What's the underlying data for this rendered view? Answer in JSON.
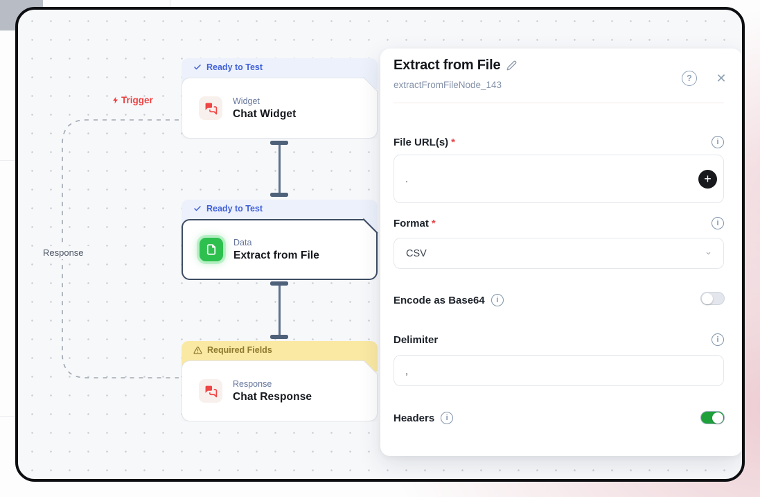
{
  "canvas": {
    "trigger": {
      "label": "Trigger",
      "icon": "lightning-icon"
    },
    "response_edge_label": "Response",
    "nodes": [
      {
        "badge": {
          "label": "Ready to Test",
          "type": "ready",
          "icon": "check-icon"
        },
        "category": "Widget",
        "title": "Chat Widget",
        "icon": "chat-bubbles-icon",
        "selected": false
      },
      {
        "badge": {
          "label": "Ready to Test",
          "type": "ready",
          "icon": "check-icon"
        },
        "category": "Data",
        "title": "Extract from File",
        "icon": "file-icon",
        "selected": true
      },
      {
        "badge": {
          "label": "Required Fields",
          "type": "warning",
          "icon": "warning-icon"
        },
        "category": "Response",
        "title": "Chat Response",
        "icon": "chat-bubbles-icon",
        "selected": false
      }
    ]
  },
  "panel": {
    "title": "Extract from File",
    "node_id": "extractFromFileNode_143",
    "required_marker": "*",
    "icons": {
      "help": "?",
      "info": "i",
      "close": "✕",
      "add": "+"
    },
    "fields": {
      "file_urls": {
        "label": "File URL(s)",
        "required": true,
        "value": "."
      },
      "format": {
        "label": "Format",
        "required": true,
        "value": "CSV"
      },
      "encode_base64": {
        "label": "Encode as Base64",
        "enabled": false
      },
      "delimiter": {
        "label": "Delimiter",
        "value": ","
      },
      "headers": {
        "label": "Headers",
        "enabled": true
      }
    }
  },
  "colors": {
    "accent_blue": "#4161d8",
    "node_red": "#ef4545",
    "node_green": "#2ec04e",
    "toggle_on": "#1ea13a",
    "warning_bg": "#fae9a3",
    "warning_text": "#8d782e",
    "selected_border": "#3d4c63",
    "frame_border": "#0d0e11"
  }
}
